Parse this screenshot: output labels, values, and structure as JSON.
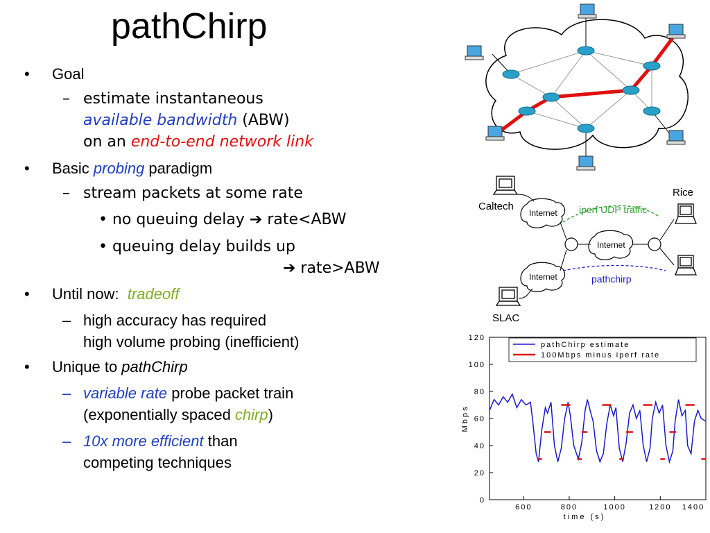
{
  "title": "pathChirp",
  "bullets": {
    "goal": {
      "marker": "•",
      "label": "Goal"
    },
    "goal_sub": {
      "dash": "–",
      "line1": "estimate instantaneous",
      "abw_term": "available bandwidth",
      "abw_abbr": " (ABW)",
      "line3_prefix": "on an ",
      "link_term": "end-to-end network link"
    },
    "basic": {
      "marker": "•",
      "prefix": "Basic ",
      "probing": "probing",
      "suffix": " paradigm"
    },
    "basic_sub": {
      "dash": "–",
      "text": "stream packets at some rate"
    },
    "no_queue": {
      "marker": "•",
      "text": "no queuing delay ",
      "arrow": "➔",
      "result": " rate<ABW"
    },
    "queue": {
      "marker": "•",
      "text": "queuing delay builds up",
      "arrow": "➔",
      "result": " rate>ABW"
    },
    "until": {
      "marker": "•",
      "prefix": "Until now:  ",
      "tradeoff": "tradeoff"
    },
    "until_sub": {
      "dash": "–",
      "line1": "high accuracy has required",
      "line2": "high volume probing (inefficient)"
    },
    "unique": {
      "marker": "•",
      "prefix": "Unique to ",
      "name": "pathChirp"
    },
    "unique_sub1": {
      "dash": "–",
      "variable": "variable rate",
      "rest": " probe packet train",
      "line2_prefix": "(exponentially spaced ",
      "chirp": "chirp",
      "line2_suffix": ")"
    },
    "unique_sub2": {
      "dash": "–",
      "efficient": "10x more efficient",
      "rest": " than",
      "line2": "competing techniques"
    }
  },
  "testbed": {
    "caltech": "Caltech",
    "slac": "SLAC",
    "rice": "Rice",
    "internet_top": "Internet",
    "internet_bottom": "Internet",
    "internet_mid": "Internet",
    "iperf_label": "iperf UDP traffic",
    "pathchirp_label": "pathchirp"
  },
  "colors": {
    "blue_text": "#1f3fbf",
    "red_text": "#e01010",
    "green_text": "#7fae1e",
    "chirp_line": "#1a1acc",
    "iperf_line": "#e01010"
  },
  "chart_data": {
    "type": "line",
    "xlabel": "time (s)",
    "ylabel": "Mbps",
    "xlim": [
      450,
      1400
    ],
    "ylim": [
      0,
      120
    ],
    "x_ticks": [
      "600",
      "800",
      "1000",
      "1200",
      "1400"
    ],
    "y_ticks": [
      "0",
      "20",
      "40",
      "60",
      "80",
      "100",
      "120"
    ],
    "series": [
      {
        "name": "pathChirp estimate",
        "x": [
          450,
          470,
          490,
          510,
          530,
          550,
          570,
          590,
          610,
          630,
          640,
          655,
          665,
          680,
          695,
          705,
          720,
          735,
          750,
          765,
          780,
          795,
          805,
          820,
          840,
          855,
          870,
          880,
          895,
          905,
          920,
          935,
          950,
          965,
          980,
          995,
          1005,
          1020,
          1035,
          1050,
          1065,
          1080,
          1095,
          1110,
          1125,
          1140,
          1155,
          1165,
          1180,
          1195,
          1210,
          1225,
          1240,
          1255,
          1265,
          1280,
          1295,
          1310,
          1320,
          1335,
          1350,
          1365,
          1380,
          1400
        ],
        "y": [
          66,
          74,
          70,
          76,
          72,
          78,
          68,
          74,
          70,
          72,
          58,
          34,
          28,
          52,
          68,
          64,
          72,
          40,
          28,
          38,
          60,
          72,
          62,
          40,
          30,
          42,
          66,
          74,
          64,
          58,
          36,
          28,
          34,
          56,
          70,
          62,
          68,
          38,
          28,
          42,
          64,
          70,
          60,
          66,
          40,
          28,
          38,
          60,
          72,
          64,
          70,
          40,
          28,
          36,
          58,
          74,
          62,
          66,
          40,
          34,
          58,
          66,
          60,
          58
        ]
      },
      {
        "name": "100Mbps minus iperf rate",
        "segments": [
          {
            "x": [
              660,
              680
            ],
            "y": 30
          },
          {
            "x": [
              690,
              720
            ],
            "y": 50
          },
          {
            "x": [
              765,
              805
            ],
            "y": 70
          },
          {
            "x": [
              835,
              855
            ],
            "y": 30
          },
          {
            "x": [
              855,
              880
            ],
            "y": 50
          },
          {
            "x": [
              945,
              985
            ],
            "y": 70
          },
          {
            "x": [
              1020,
              1040
            ],
            "y": 30
          },
          {
            "x": [
              1050,
              1080
            ],
            "y": 50
          },
          {
            "x": [
              1125,
              1165
            ],
            "y": 70
          },
          {
            "x": [
              1200,
              1220
            ],
            "y": 30
          },
          {
            "x": [
              1240,
              1270
            ],
            "y": 50
          },
          {
            "x": [
              1310,
              1350
            ],
            "y": 70
          },
          {
            "x": [
              1380,
              1400
            ],
            "y": 30
          }
        ]
      }
    ],
    "legend": "top-right"
  }
}
